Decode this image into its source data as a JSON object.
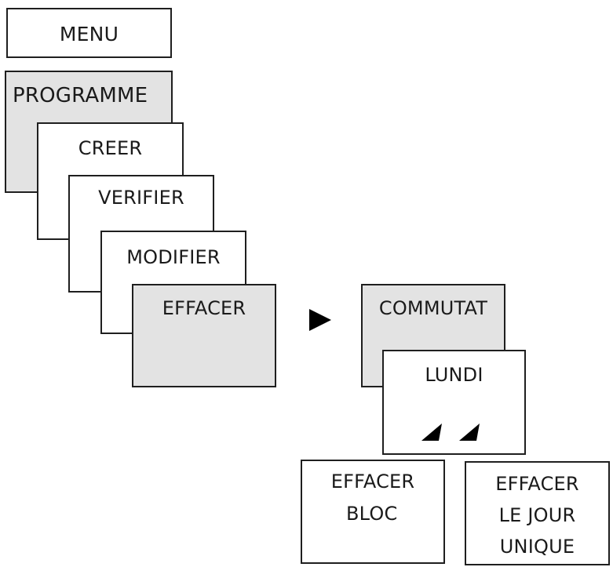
{
  "menu": {
    "title": "MENU",
    "programme": "PROGRAMME",
    "items": {
      "creer": "CREER",
      "verifier": "VERIFIER",
      "modifier": "MODIFIER",
      "effacer": "EFFACER"
    }
  },
  "submenu": {
    "commutat": "COMMUTAT",
    "day": "LUNDI",
    "options": {
      "effacer_bloc": [
        "EFFACER",
        "BLOC"
      ],
      "effacer_jour": [
        "EFFACER",
        "LE JOUR",
        "UNIQUE"
      ]
    }
  },
  "icons": {
    "next": "arrow-right-icon",
    "navigate": "arrow-left-icon"
  },
  "colors": {
    "highlight": "#e3e3e3",
    "border": "#1f1f1f"
  }
}
